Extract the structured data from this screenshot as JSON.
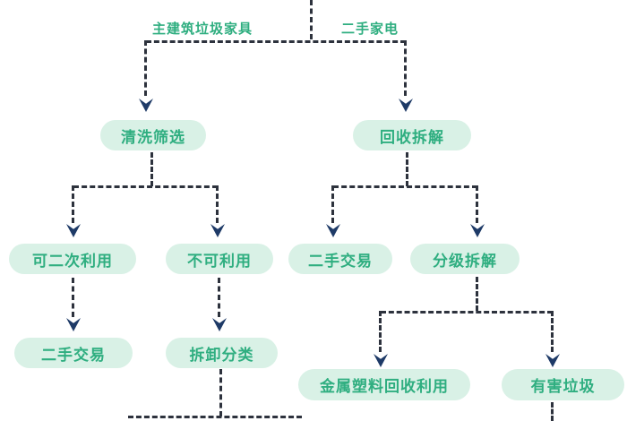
{
  "colors": {
    "page_bg": "#ffffff",
    "pill_bg": "#d9f1e6",
    "pill_text": "#2fae80",
    "branch_label_text": "#2fae80",
    "line": "#2d323d",
    "arrow": "#1e3a67"
  },
  "flowchart": {
    "branch_labels": [
      {
        "label": "主建筑垃圾家具"
      },
      {
        "label": "二手家电"
      }
    ],
    "nodes": [
      {
        "label": "清洗筛选"
      },
      {
        "label": "回收拆解"
      },
      {
        "label": "可二次利用"
      },
      {
        "label": "不可利用"
      },
      {
        "label": "二手交易"
      },
      {
        "label": "分级拆解"
      },
      {
        "label": "二手交易"
      },
      {
        "label": "拆卸分类"
      },
      {
        "label": "金属塑料回收利用"
      },
      {
        "label": "有害垃圾"
      }
    ],
    "edges": [
      {
        "from": "主建筑垃圾家具",
        "to": "清洗筛选"
      },
      {
        "from": "二手家电",
        "to": "回收拆解"
      },
      {
        "from": "清洗筛选",
        "to": "可二次利用"
      },
      {
        "from": "清洗筛选",
        "to": "不可利用"
      },
      {
        "from": "回收拆解",
        "to": "二手交易"
      },
      {
        "from": "回收拆解",
        "to": "分级拆解"
      },
      {
        "from": "可二次利用",
        "to": "二手交易"
      },
      {
        "from": "不可利用",
        "to": "拆卸分类"
      },
      {
        "from": "分级拆解",
        "to": "金属塑料回收利用"
      },
      {
        "from": "分级拆解",
        "to": "有害垃圾"
      }
    ]
  }
}
